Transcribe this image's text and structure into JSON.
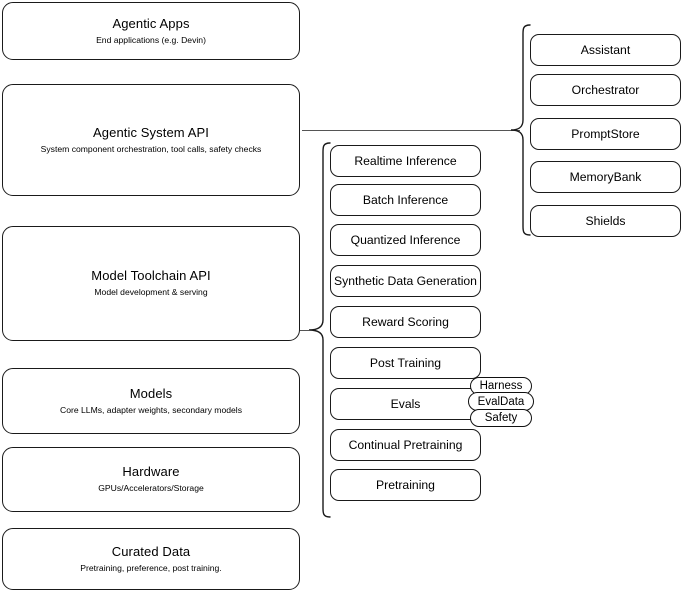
{
  "diagram": {
    "title": "Agentic stack layered architecture diagram",
    "stroke_color": "#1a1a1a",
    "line_color": "#555555",
    "background": "#ffffff"
  },
  "layers": [
    {
      "id": "agentic-apps",
      "title": "Agentic Apps",
      "subtitle": "End applications (e.g. Devin)"
    },
    {
      "id": "agentic-system-api",
      "title": "Agentic System API",
      "subtitle": "System component orchestration, tool calls, safety checks"
    },
    {
      "id": "model-toolchain-api",
      "title": "Model Toolchain API",
      "subtitle": "Model development & serving"
    },
    {
      "id": "models",
      "title": "Models",
      "subtitle": "Core LLMs, adapter weights, secondary models"
    },
    {
      "id": "hardware",
      "title": "Hardware",
      "subtitle": "GPUs/Accelerators/Storage"
    },
    {
      "id": "curated-data",
      "title": "Curated Data",
      "subtitle": "Pretraining, preference, post training."
    }
  ],
  "toolchain_capabilities": [
    {
      "id": "realtime-inference",
      "label": "Realtime Inference"
    },
    {
      "id": "batch-inference",
      "label": "Batch Inference"
    },
    {
      "id": "quantized-inference",
      "label": "Quantized Inference"
    },
    {
      "id": "synthetic-data-generation",
      "label": "Synthetic Data Generation"
    },
    {
      "id": "reward-scoring",
      "label": "Reward Scoring"
    },
    {
      "id": "post-training",
      "label": "Post Training"
    },
    {
      "id": "evals",
      "label": "Evals"
    },
    {
      "id": "continual-pretraining",
      "label": "Continual Pretraining"
    },
    {
      "id": "pretraining",
      "label": "Pretraining"
    }
  ],
  "system_components": [
    {
      "id": "assistant",
      "label": "Assistant"
    },
    {
      "id": "orchestrator",
      "label": "Orchestrator"
    },
    {
      "id": "promptstore",
      "label": "PromptStore"
    },
    {
      "id": "memorybank",
      "label": "MemoryBank"
    },
    {
      "id": "shields",
      "label": "Shields"
    }
  ],
  "evals_pills": [
    {
      "id": "harness",
      "label": "Harness"
    },
    {
      "id": "evaldata",
      "label": "EvalData"
    },
    {
      "id": "safety",
      "label": "Safety"
    }
  ]
}
